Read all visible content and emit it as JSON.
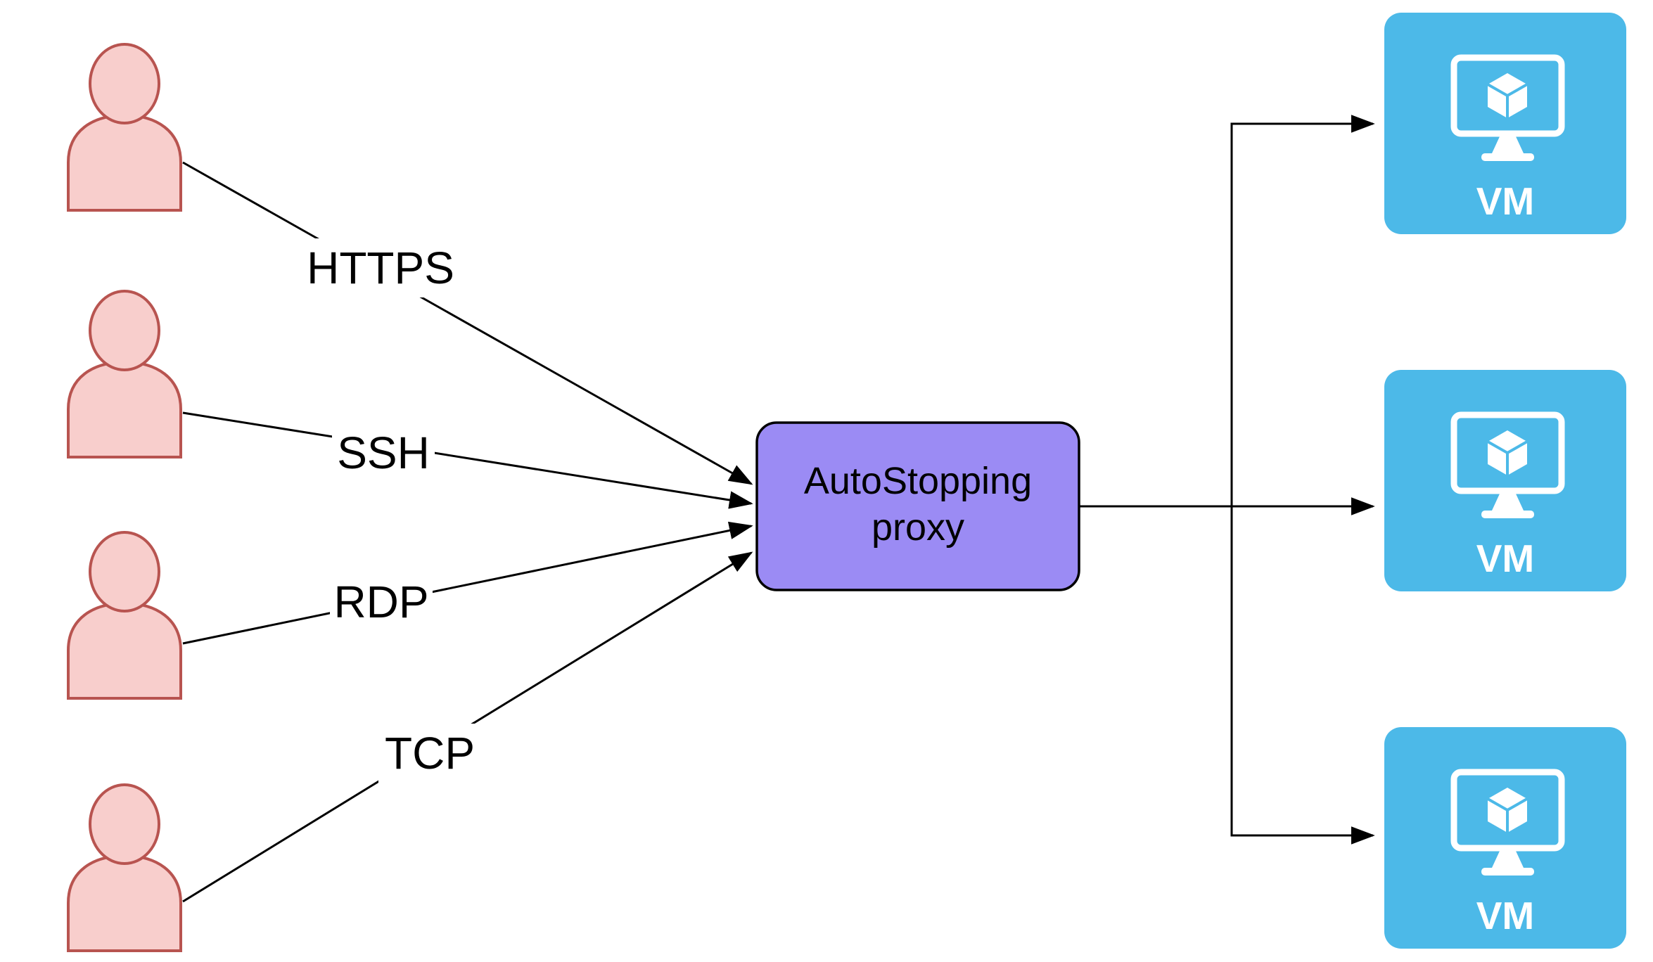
{
  "diagram": {
    "protocols": [
      "HTTPS",
      "SSH",
      "RDP",
      "TCP"
    ],
    "proxy": {
      "line1": "AutoStopping",
      "line2": "proxy"
    },
    "vms": [
      {
        "label": "VM",
        "icon": "monitor-with-cube-icon"
      },
      {
        "label": "VM",
        "icon": "monitor-with-cube-icon"
      },
      {
        "label": "VM",
        "icon": "monitor-with-cube-icon"
      }
    ],
    "users": [
      {
        "icon": "person-icon"
      },
      {
        "icon": "person-icon"
      },
      {
        "icon": "person-icon"
      },
      {
        "icon": "person-icon"
      }
    ],
    "colors": {
      "background": "#FFFFFF",
      "user_fill": "#F8CECC",
      "user_stroke": "#B85450",
      "proxy_fill": "#9B8BF4",
      "proxy_border": "#000000",
      "vm_fill": "#4CB9E8",
      "vm_label": "#FFFFFF",
      "connector": "#000000",
      "label_text": "#000000"
    }
  }
}
